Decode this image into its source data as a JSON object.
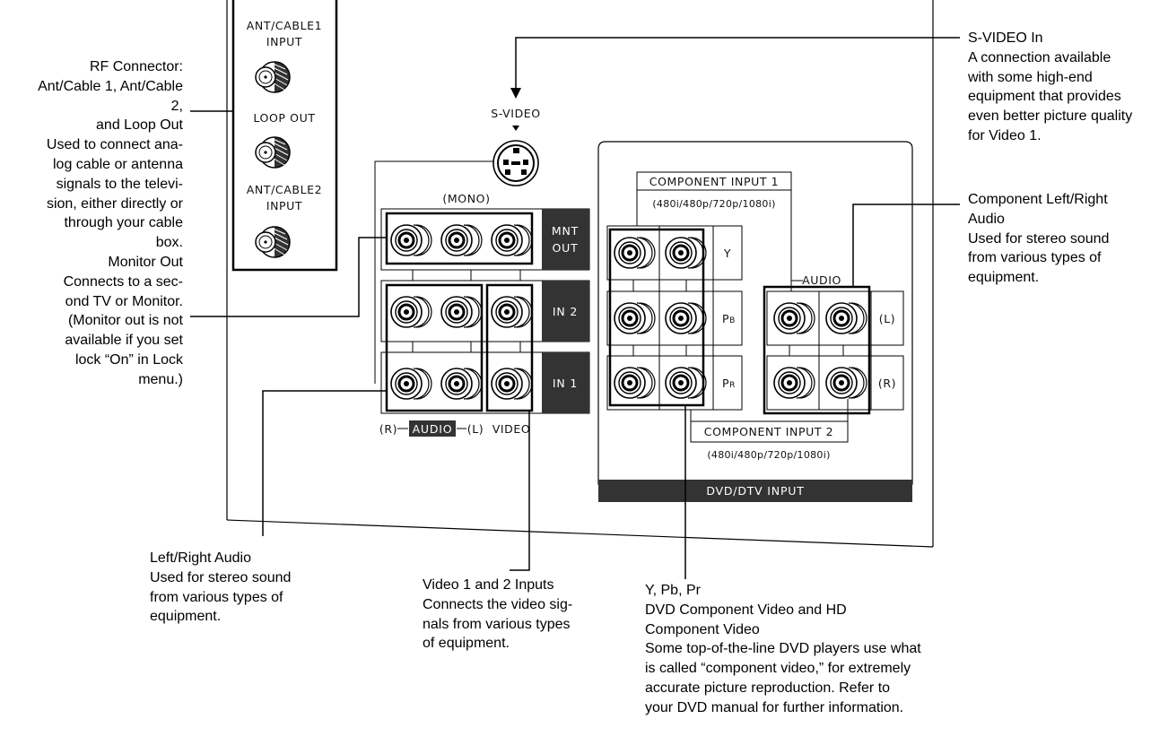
{
  "panel_labels": {
    "ant_cable1": [
      "ANT/CABLE1",
      "INPUT"
    ],
    "loop_out": "LOOP OUT",
    "ant_cable2": [
      "ANT/CABLE2",
      "INPUT"
    ],
    "s_video": "S-VIDEO",
    "mono": "(MONO)",
    "mnt_out": [
      "MNT",
      "OUT"
    ],
    "in2": "IN 2",
    "in1": "IN 1",
    "audio_r": "(R)",
    "audio": "AUDIO",
    "audio_l": "(L)",
    "video": "VIDEO",
    "component_input1": "COMPONENT INPUT 1",
    "component_res1": "(480i/480p/720p/1080i)",
    "y": "Y",
    "pb_main": "P",
    "pb_sub": "B",
    "pr_main": "P",
    "pr_sub": "R",
    "comp_audio": "AUDIO",
    "comp_l": "(L)",
    "comp_r": "(R)",
    "component_input2": "COMPONENT INPUT 2",
    "component_res2": "(480i/480p/720p/1080i)",
    "dvd_dtv": "DVD/DTV INPUT"
  },
  "callouts": {
    "rf": [
      "RF Connector:",
      "Ant/Cable 1, Ant/Cable",
      "2,",
      "and Loop Out",
      "Used to connect ana-",
      "log cable or antenna",
      "signals to the televi-",
      "sion, either directly or",
      "through your cable",
      "box."
    ],
    "monitor": [
      "Monitor Out",
      "Connects to a sec-",
      "ond TV or Monitor.",
      "(Monitor out is not",
      "available if you set",
      "lock “On” in Lock",
      "menu.)"
    ],
    "svideo": [
      "S-VIDEO In",
      "A connection available",
      "with some high-end",
      "equipment that provides",
      "even better picture quality",
      "for Video 1."
    ],
    "comp_audio": [
      "Component  Left/Right",
      "Audio",
      "Used for stereo sound",
      "from various types of",
      "equipment."
    ],
    "lr_audio": [
      "Left/Right Audio",
      "Used for stereo sound",
      "from various types of",
      "equipment."
    ],
    "video_inputs": [
      "Video 1 and 2 Inputs",
      "Connects the video sig-",
      "nals from various types",
      "of equipment."
    ],
    "ypbpr": [
      "Y, Pb, Pr",
      "DVD Component Video and HD",
      "Component Video",
      "Some top-of-the-line DVD players use what",
      "is called “component video,” for extremely",
      "accurate picture reproduction. Refer to",
      "your DVD manual for further information."
    ]
  }
}
